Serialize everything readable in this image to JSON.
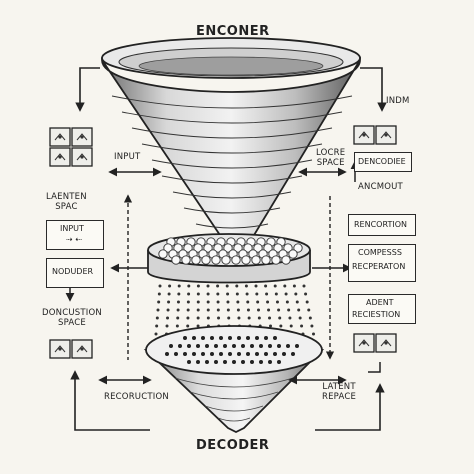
{
  "title_top": "ENCONER",
  "title_bottom": "DECODER",
  "left": {
    "input": "INPUT",
    "laenten_line1": "LAENTEN",
    "laenten_line2": "SPAC",
    "box_input": "INPUT",
    "box_noduder": "NODUDER",
    "doncustion_line1": "DONCUSTION",
    "doncustion_line2": "SPACE",
    "reconstruction": "RECORUCTION"
  },
  "right": {
    "indm": "INDM",
    "locre_line1": "LOCRE",
    "locre_line2": "SPACE",
    "dencodiee": "DENCODIEE",
    "ancmout": "ANCMOUT",
    "box_recortion": "RENCORTION",
    "box_compess_line1": "COMPESSS",
    "box_compess_line2": "RECPERATON",
    "box_adent_line1": "ADENT",
    "box_adent_line2": "RECIESTION",
    "latent_line1": "LATENT",
    "latent_line2": "REPACE"
  }
}
